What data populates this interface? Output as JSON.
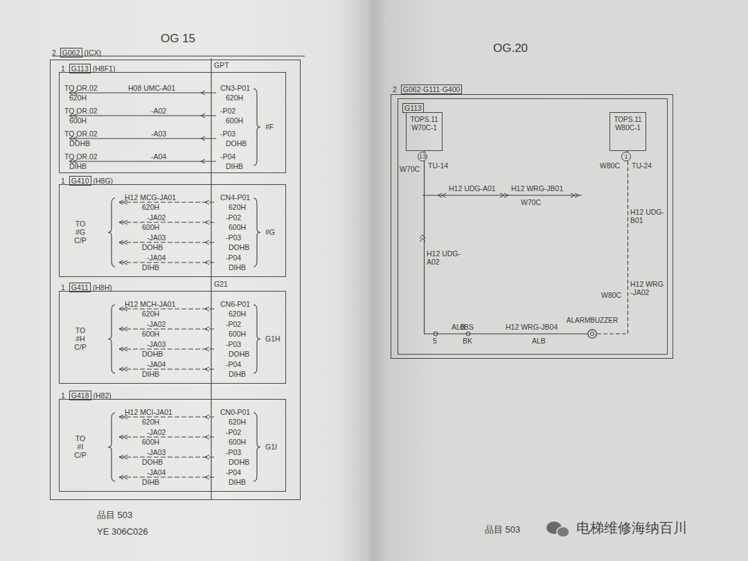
{
  "diagram": {
    "nodes": [
      {
        "text": [
          "2",
          "G062",
          "(ICX)"
        ]
      },
      {
        "text": [
          "1",
          "G113",
          "(H8F1)"
        ],
        "in": 0
      },
      {
        "text": [
          "1",
          "G410",
          "(H8G)"
        ],
        "in": 0
      },
      {
        "text": [
          "1",
          "G411",
          "(H8H)"
        ],
        "in": 0
      },
      {
        "text": [
          "1",
          "G418",
          "(H82)"
        ],
        "in": 0
      },
      {
        "text": [
          "2",
          "G062·G111·G400"
        ]
      },
      {
        "text": [
          "G113"
        ],
        "in": 5
      },
      {
        "text": [
          "TOPS.11",
          "W70C-1"
        ],
        "in": 6
      },
      {
        "text": [
          "TOPS.11",
          "W80C-1"
        ],
        "in": 6
      },
      {
        "text": [
          "ALARMBUZZER"
        ],
        "in": 6
      }
    ],
    "edges": [
      {
        "from": 7,
        "to": 9,
        "arrow": "none"
      },
      {
        "from": 9,
        "to": 8,
        "arrow": "none"
      }
    ],
    "labels": [
      "OG 15",
      "GPT",
      "TO OR.02",
      "620H",
      "H08 UMC-A01",
      "CN3-P01",
      "620H",
      "TO OR.02",
      "600H",
      "-A02",
      "-P02",
      "600H",
      "TO OR.02",
      "DOHB",
      "-A03",
      "-P03",
      "DOHB",
      "TO OR.02",
      "DIHB",
      "-A04",
      "-P04",
      "DIHB",
      "#F",
      "TO #G C/P",
      "H12 MCG-JA01",
      "620H",
      "CN4-P01",
      "620H",
      "-JA02",
      "600H",
      "-P02",
      "600H",
      "-JA03",
      "DOHB",
      "-P03",
      "DOHB",
      "-JA04",
      "DIHB",
      "-P04",
      "DIHB",
      "#G",
      "G21",
      "TO #H C/P",
      "H12 MCH-JA01",
      "620H",
      "CN6-P01",
      "620H",
      "-JA02",
      "600H",
      "-P02",
      "600H",
      "-JA03",
      "DOHB",
      "-P03",
      "DOHB",
      "-JA04",
      "DIHB",
      "-P04",
      "DIHB",
      "G1H",
      "TO #I C/P",
      "H12 MCI-JA01",
      "620H",
      "CN0-P01",
      "620H",
      "-JA02",
      "600H",
      "-P02",
      "600H",
      "-JA03",
      "DOHB",
      "-P03",
      "DOHB",
      "-JA04",
      "DIHB",
      "-P04",
      "DIHB",
      "G1I",
      "品目 503",
      "YE 306C026",
      "OG.20",
      "13",
      "TU-14",
      "W70C",
      "1",
      "TU-24",
      "W80C",
      "H12 UDG-A01",
      "H12 WRG-JB01",
      "W70C",
      "H12 UDG-B01",
      "H12 UDG-A02",
      "W80C",
      "H12 WRG -JA02",
      "ALB",
      "5",
      "0BS",
      "BK",
      "H12 WRG-JB04",
      "ALB",
      "品目 503",
      "电梯维修海纳百川"
    ]
  }
}
